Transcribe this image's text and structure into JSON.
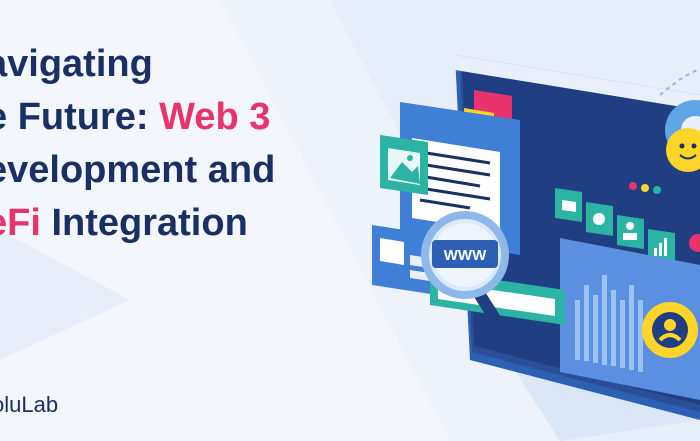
{
  "headline": {
    "line1": "avigating",
    "line2_a": "e Future: ",
    "line2_b": "Web 3",
    "line3": "evelopment and",
    "line4_a": "eFi",
    "line4_b": " Integration"
  },
  "brand": {
    "name": "oluLab"
  },
  "illustration": {
    "search_text": "WWW",
    "icons": [
      "image-icon",
      "gear-icon",
      "user-icon",
      "bar-chart-icon",
      "mail-icon",
      "chat-icon",
      "magnifier-icon",
      "smiley-icon"
    ]
  },
  "colors": {
    "navy": "#1a2f63",
    "accent": "#e8336c",
    "panel_blue": "#3f7fd6",
    "teal": "#2bb3a4",
    "yellow": "#ffd52a"
  }
}
